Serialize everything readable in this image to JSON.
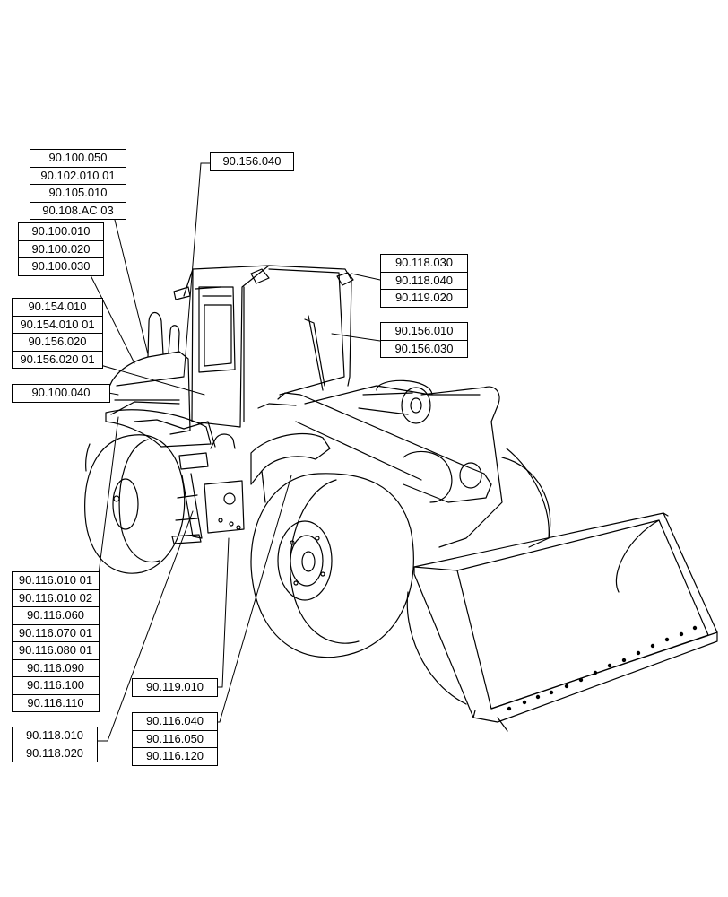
{
  "diagram": {
    "reference_groups": [
      {
        "id": "g1",
        "codes": [
          "90.100.050",
          "90.102.010 01",
          "90.105.010",
          "90.108.AC 03"
        ]
      },
      {
        "id": "g2",
        "codes": [
          "90.100.010",
          "90.100.020",
          "90.100.030"
        ]
      },
      {
        "id": "g3",
        "codes": [
          "90.154.010",
          "90.154.010 01",
          "90.156.020",
          "90.156.020 01"
        ]
      },
      {
        "id": "g4",
        "codes": [
          "90.100.040"
        ]
      },
      {
        "id": "g5",
        "codes": [
          "90.156.040"
        ]
      },
      {
        "id": "g6",
        "codes": [
          "90.118.030",
          "90.118.040",
          "90.119.020"
        ]
      },
      {
        "id": "g7",
        "codes": [
          "90.156.010",
          "90.156.030"
        ]
      },
      {
        "id": "g8",
        "codes": [
          "90.116.010 01",
          "90.116.010 02",
          "90.116.060",
          "90.116.070 01",
          "90.116.080 01",
          "90.116.090",
          "90.116.100",
          "90.116.110"
        ]
      },
      {
        "id": "g9",
        "codes": [
          "90.118.010",
          "90.118.020"
        ]
      },
      {
        "id": "g10",
        "codes": [
          "90.119.010"
        ]
      },
      {
        "id": "g11",
        "codes": [
          "90.116.040",
          "90.116.050",
          "90.116.120"
        ]
      }
    ]
  }
}
